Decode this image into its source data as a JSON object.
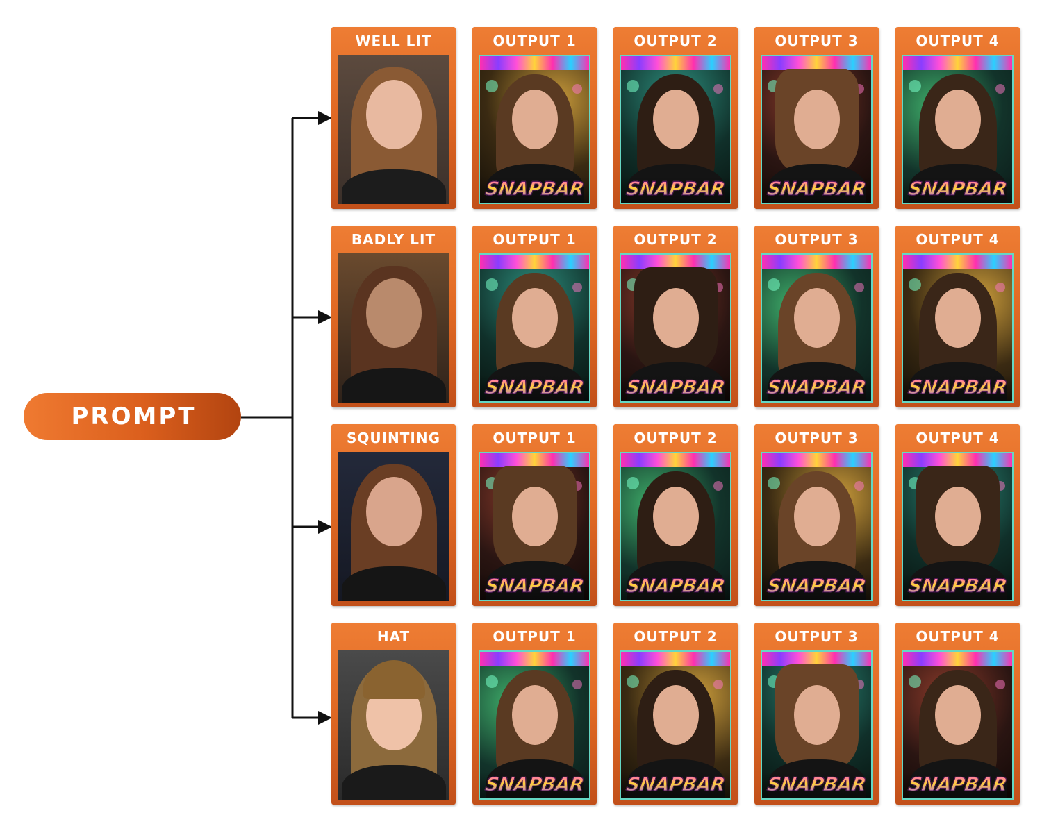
{
  "prompt_label": "PROMPT",
  "logo_text": "SNAPBAR",
  "rows": [
    {
      "label": "WELL LIT",
      "outputs": [
        "OUTPUT 1",
        "OUTPUT 2",
        "OUTPUT 3",
        "OUTPUT 4"
      ]
    },
    {
      "label": "BADLY LIT",
      "outputs": [
        "OUTPUT 1",
        "OUTPUT 2",
        "OUTPUT 3",
        "OUTPUT 4"
      ]
    },
    {
      "label": "SQUINTING",
      "outputs": [
        "OUTPUT 1",
        "OUTPUT 2",
        "OUTPUT 3",
        "OUTPUT 4"
      ]
    },
    {
      "label": "HAT",
      "outputs": [
        "OUTPUT 1",
        "OUTPUT 2",
        "OUTPUT 3",
        "OUTPUT 4"
      ]
    }
  ],
  "colors": {
    "card_orange": "#e16a24",
    "prompt_orange": "#db5f1d",
    "connector": "#111111",
    "card_border_teal": "#65d7c4"
  }
}
